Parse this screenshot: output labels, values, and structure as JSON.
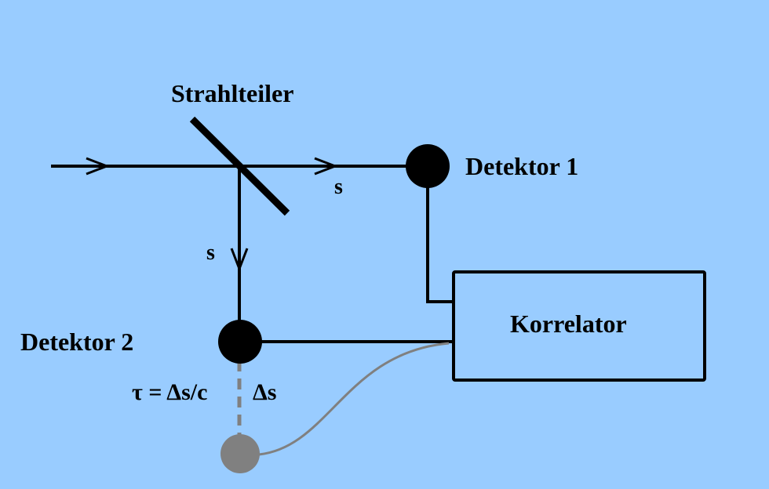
{
  "background_color": "#99ccff",
  "line_color": "#000000",
  "ghost_color": "#808080",
  "labels": {
    "beam_splitter": "Strahlteiler",
    "detector1": "Detektor 1",
    "detector2": "Detektor 2",
    "correlator": "Korrelator",
    "path_horizontal": "s",
    "path_vertical": "s",
    "delay_formula": "τ = Δs/c",
    "delta_s": "Δs"
  }
}
